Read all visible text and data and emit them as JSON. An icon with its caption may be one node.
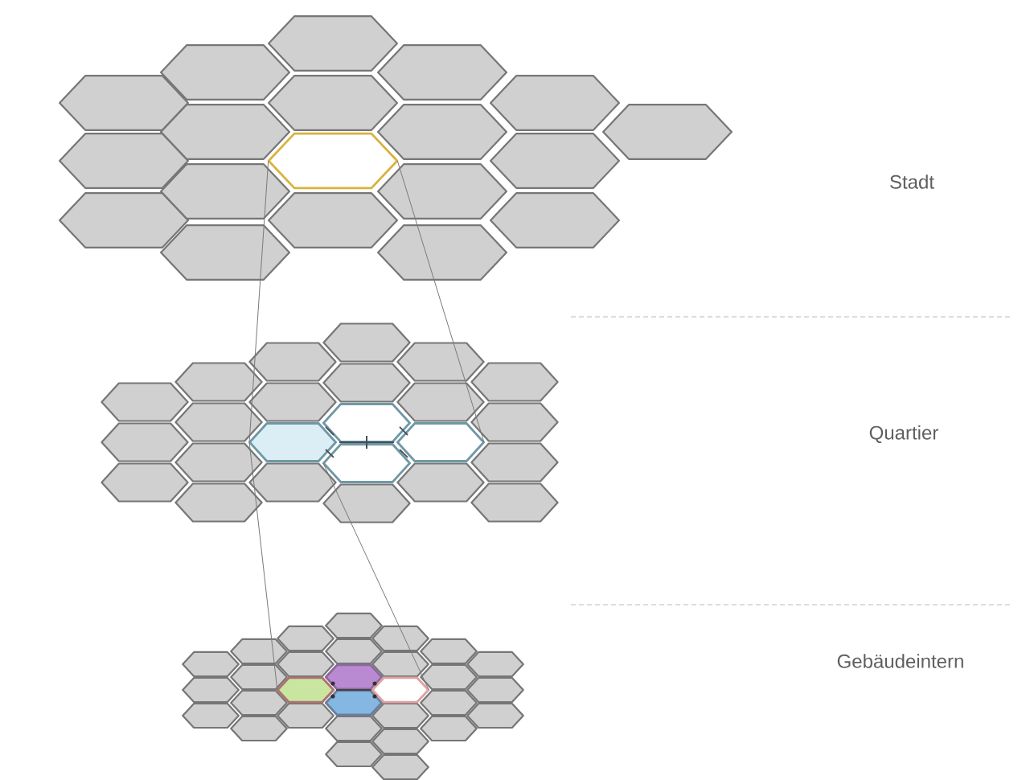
{
  "diagram": {
    "nodes": [
      {
        "text": [],
        "shape": "hexagon"
      },
      {
        "text": [],
        "shape": "hexagon"
      },
      {
        "text": [],
        "shape": "hexagon"
      },
      {
        "text": [],
        "shape": "hexagon"
      },
      {
        "text": [],
        "shape": "hexagon"
      },
      {
        "text": [],
        "shape": "hexagon"
      },
      {
        "text": [],
        "shape": "hexagon"
      },
      {
        "text": [],
        "shape": "hexagon"
      },
      {
        "text": [],
        "shape": "hexagon"
      }
    ],
    "edges": [
      {
        "from": 0,
        "to": 1,
        "arrow": "none"
      },
      {
        "from": 0,
        "to": 4,
        "arrow": "none"
      },
      {
        "from": 1,
        "to": 5,
        "arrow": "none"
      },
      {
        "from": 3,
        "to": 8,
        "arrow": "none"
      }
    ],
    "labels": [
      "Stadt",
      "Quartier",
      "Gebäudeintern"
    ]
  }
}
